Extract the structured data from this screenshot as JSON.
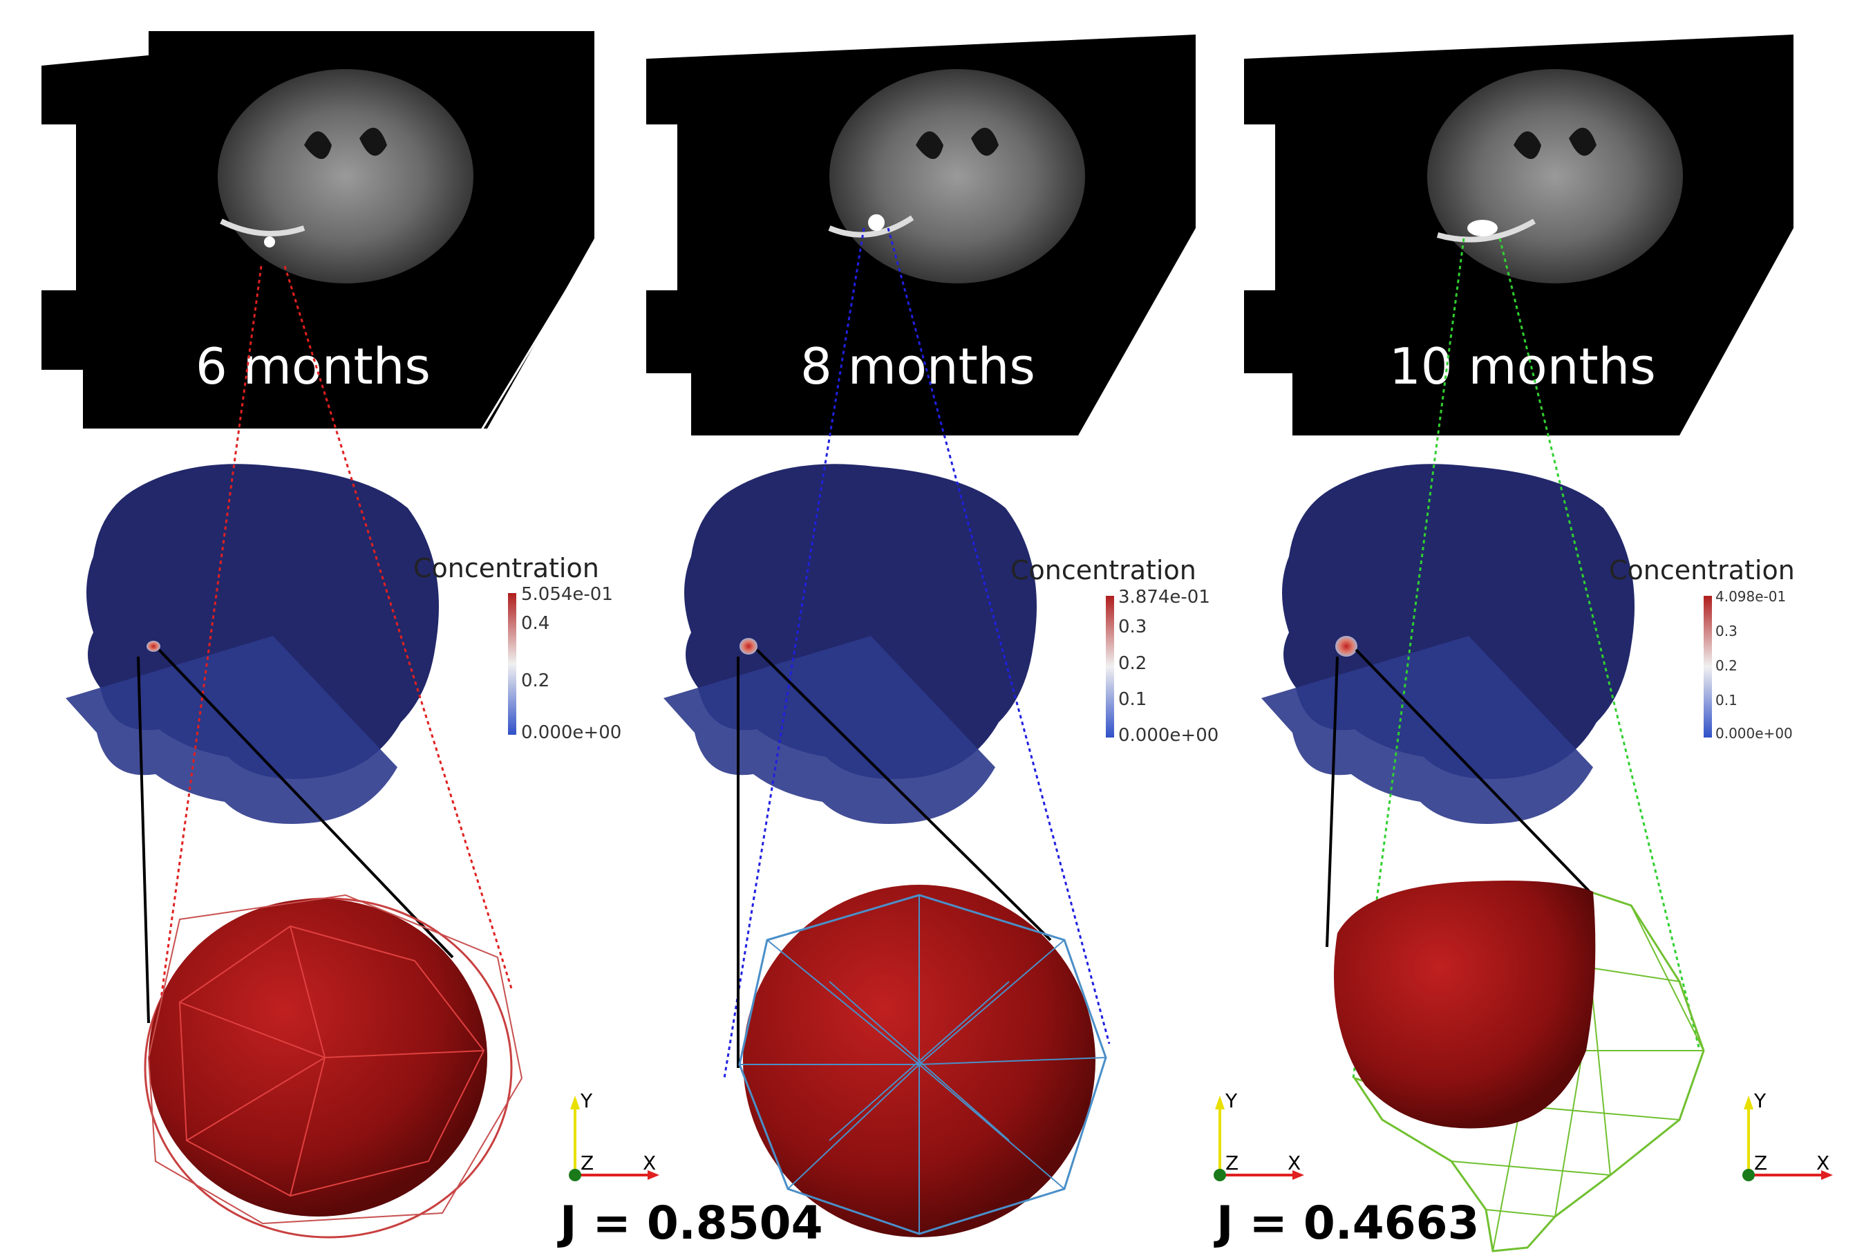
{
  "panels": [
    {
      "time_label": "6 months",
      "colorbar": {
        "title": "Concentration",
        "max_label": "5.054e-01",
        "ticks": [
          "0.4",
          "0.2"
        ],
        "min_label": "0.000e+00"
      },
      "zoom_line_color": "#e02020",
      "mesh_color": "#c84040",
      "score": "",
      "axes": {
        "x": "X",
        "y": "Y",
        "z": "Z"
      }
    },
    {
      "time_label": "8 months",
      "colorbar": {
        "title": "Concentration",
        "max_label": "3.874e-01",
        "ticks": [
          "0.3",
          "0.2",
          "0.1"
        ],
        "min_label": "0.000e+00"
      },
      "zoom_line_color": "#2020e0",
      "mesh_color": "#4a8fc8",
      "score": "J = 0.8504",
      "axes": {
        "x": "X",
        "y": "Y",
        "z": "Z"
      }
    },
    {
      "time_label": "10 months",
      "colorbar": {
        "title": "Concentration",
        "max_label": "4.098e-01",
        "ticks": [
          "0.3",
          "0.2",
          "0.1"
        ],
        "min_label": "0.000e+00"
      },
      "zoom_line_color": "#30d030",
      "mesh_color": "#70c030",
      "score": "J = 0.4663",
      "axes": {
        "x": "X",
        "y": "Y",
        "z": "Z"
      }
    }
  ],
  "colors": {
    "brain_model": "#22286a",
    "brain_model_lower": "#2e3a8c",
    "tumor": "#9c1414",
    "colorbar_high": "#b01e1e",
    "colorbar_mid": "#f0f0f0",
    "colorbar_low": "#3050c8"
  }
}
